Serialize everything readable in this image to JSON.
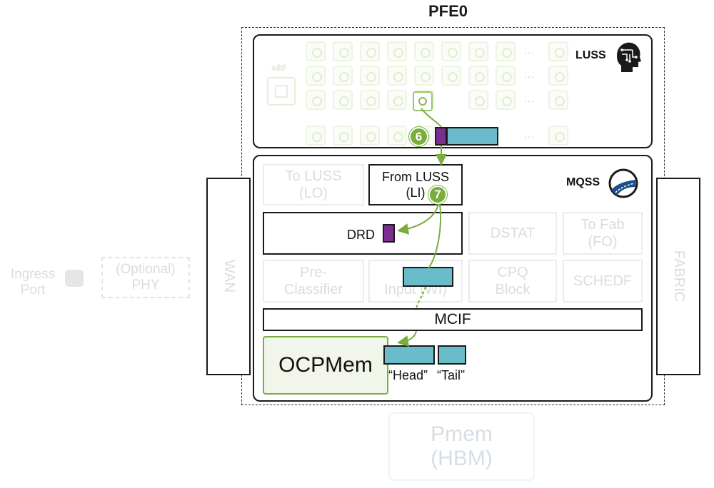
{
  "pfe": {
    "title": "PFE0"
  },
  "luss": {
    "label": "LUSS",
    "core_count": "x80",
    "ellipsis": "..."
  },
  "mqss": {
    "label": "MQSS",
    "blocks": {
      "to_luss": "To LUSS\n(LO)",
      "from_luss": "From LUSS\n(LI)",
      "drd": "DRD",
      "dstat": "DSTAT",
      "to_fab": "To Fab\n(FO)",
      "pre_classifier": "Pre-\nClassifier",
      "wi": "WI\nInput (WI)",
      "cpq": "CPQ\nBlock",
      "schedf": "SCHEDF",
      "mcif": "MCIF",
      "ocpmem": "OCPMem"
    },
    "head_label": "“Head”",
    "tail_label": "“Tail”"
  },
  "side": {
    "wan": "WAN",
    "fabric": "FABRIC"
  },
  "ingress": {
    "port": "Ingress\nPort",
    "phy": "(Optional)\nPHY"
  },
  "pmem": {
    "label": "Pmem\n(HBM)"
  },
  "steps": {
    "step6": "6",
    "step7": "7"
  },
  "colors": {
    "accent_green": "#7aad3e",
    "packet_teal": "#6bbccb",
    "descriptor_purple": "#7b2e91"
  }
}
